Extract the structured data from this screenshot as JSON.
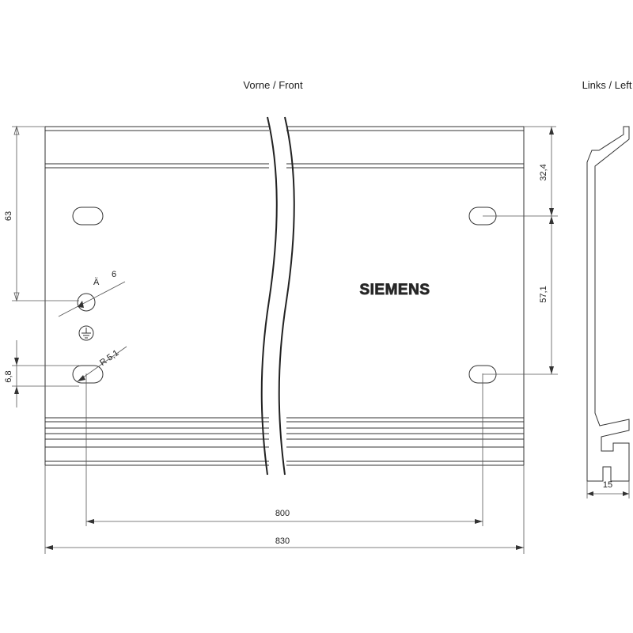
{
  "views": {
    "front_label": "Vorne / Front",
    "left_label": "Links / Left"
  },
  "logo": {
    "text": "SIEMENS"
  },
  "dimensions": {
    "height_total": "63",
    "hole_to_edge": "32,4",
    "hole_spacing_vertical": "57,1",
    "slot_height": "6,8",
    "slot_radius": "R 5,1",
    "hole_diameter": "6",
    "hole_symbol": "Ä",
    "inner_length": "800",
    "total_length": "830",
    "profile_depth": "15"
  },
  "icons": {
    "ground": "ground-symbol-icon"
  }
}
